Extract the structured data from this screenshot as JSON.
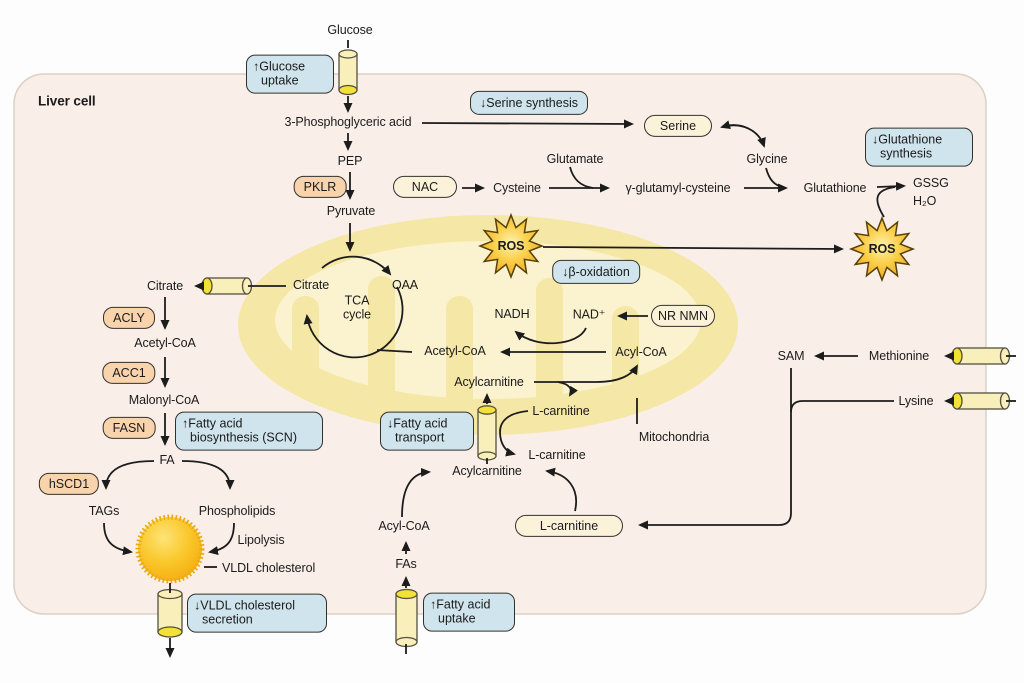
{
  "cell": {
    "label": "Liver cell"
  },
  "annotations": {
    "glucose_uptake": "↑Glucose uptake",
    "serine_synthesis": "↓Serine synthesis",
    "glutathione_synthesis": "↓Glutathione synthesis",
    "beta_oxidation": "↓β-oxidation",
    "fatty_acid_biosynthesis": "↑Fatty acid biosynthesis (SCN)",
    "fatty_acid_transport": "↓Fatty acid transport",
    "vldl_secretion": "↓VLDL cholesterol secretion",
    "fatty_acid_uptake": "↑Fatty acid uptake"
  },
  "enzymes": {
    "pklr": "PKLR",
    "acly": "ACLY",
    "acc1": "ACC1",
    "fasn": "FASN",
    "hscd1": "hSCD1"
  },
  "agents": {
    "nac": "NAC",
    "serine": "Serine",
    "nr_nmn": "NR NMN",
    "l_carnitine": "L-carnitine"
  },
  "ros": {
    "left": "ROS",
    "right": "ROS"
  },
  "organelle": {
    "mitochondria": "Mitochondria"
  },
  "metabolites": {
    "glucose": "Glucose",
    "pg3": "3-Phosphoglyceric acid",
    "pep": "PEP",
    "pyruvate": "Pyruvate",
    "glutamate": "Glutamate",
    "cysteine": "Cysteine",
    "gamma_glutamyl_cysteine": "γ-glutamyl-cysteine",
    "glutathione": "Glutathione",
    "gssg": "GSSG",
    "h2o": "H₂O",
    "glycine": "Glycine",
    "citrate_cytosol": "Citrate",
    "citrate_mito": "Citrate",
    "oaa": "OAA",
    "tca_cycle": "TCA cycle",
    "acetyl_coa_mito": "Acetyl-CoA",
    "acyl_coa_mito": "Acyl-CoA",
    "nadh": "NADH",
    "nad_plus": "NAD⁺",
    "acetyl_coa_cytosol": "Acetyl-CoA",
    "malonyl_coa": "Malonyl-CoA",
    "fa": "FA",
    "tags": "TAGs",
    "phospholipids": "Phospholipids",
    "lipolysis": "Lipolysis",
    "vldl_cholesterol": "VLDL cholesterol",
    "acylcarnitine_mito": "Acylcarnitine",
    "l_carnitine_mito": "L-carnitine",
    "l_carnitine_cytosol": "L-carnitine",
    "acylcarnitine_cytosol": "Acylcarnitine",
    "acyl_coa_cytosol": "Acyl-CoA",
    "fas": "FAs",
    "sam": "SAM",
    "methionine": "Methionine",
    "lysine": "Lysine"
  },
  "colors": {
    "annotation_bg": "#cfe4ec",
    "enzyme_bg": "#f8d3ac",
    "agent_bg": "#fcf2da",
    "cell_bg": "#f9efe8",
    "mito_outer": "#f5e7a5",
    "mito_inner": "#fbf3cf",
    "transporter_body": "#f8efbb",
    "transporter_cap": "#f3e137",
    "ros_star": "#f2ab1d",
    "vldl_ball": "#f9bd14",
    "line": "#1c1c1c"
  }
}
